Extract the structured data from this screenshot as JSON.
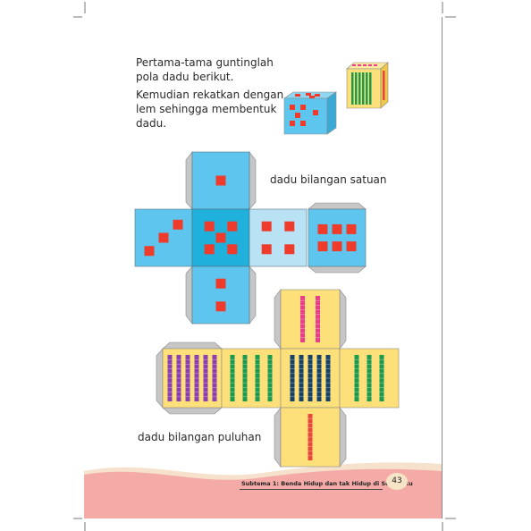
{
  "instructions": {
    "line1": "Pertama-tama guntinglah",
    "line2": "pola dadu berikut.",
    "line3": "Kemudian rekatkan dengan",
    "line4": "lem sehingga membentuk",
    "line5": "dadu."
  },
  "labels": {
    "ones_die": "dadu bilangan satuan",
    "tens_die": "dadu bilangan puluhan"
  },
  "ones_net": {
    "face_color": "#5ec6ee",
    "center_face_color": "#1fb0dc",
    "light_face_color": "#b9e3f5",
    "pip_color": "#ef3b2c",
    "tab_color": "#c6c6c6",
    "faces": [
      {
        "name": "top",
        "pips": 1
      },
      {
        "name": "left",
        "pips": 3
      },
      {
        "name": "center",
        "pips": 5
      },
      {
        "name": "right",
        "pips": 4
      },
      {
        "name": "far-right",
        "pips": 6
      },
      {
        "name": "bottom",
        "pips": 2
      }
    ]
  },
  "tens_net": {
    "face_color": "#fde07a",
    "tab_color": "#c6c6c6",
    "rod_colors": {
      "pink": "#e83e8c",
      "purple": "#8c3fae",
      "green": "#1c9a4e",
      "navy": "#16426a",
      "red": "#e8473c"
    },
    "faces": [
      {
        "name": "top",
        "rods": 2,
        "color": "pink"
      },
      {
        "name": "left",
        "rods": 6,
        "color": "purple"
      },
      {
        "name": "center-left",
        "rods": 4,
        "color": "green"
      },
      {
        "name": "center",
        "rods": 5,
        "color": "navy"
      },
      {
        "name": "right",
        "rods": 3,
        "color": "green"
      },
      {
        "name": "bottom",
        "rods": 1,
        "color": "red"
      }
    ]
  },
  "footer": {
    "subtheme": "Subtema 1: Benda Hidup dan tak Hidup di Sekitarku",
    "page_number": "43"
  }
}
